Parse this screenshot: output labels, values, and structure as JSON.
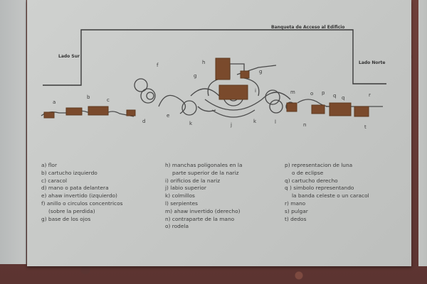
{
  "labels": {
    "top": "Banqueta de Acceso al Edificio",
    "left": "Lado Sur",
    "right": "Lado Norte"
  },
  "letters_top": [
    "a",
    "b",
    "c",
    "f",
    "h",
    "g",
    "g",
    "i",
    "m",
    "o",
    "p",
    "q",
    "q",
    "r"
  ],
  "letters_bottom": [
    "d",
    "e",
    "k",
    "j",
    "k",
    "l",
    "n",
    "t"
  ],
  "legend": {
    "col1": [
      "a) flor",
      "b) cartucho izquierdo",
      "c) caracol",
      "d) mano o pata delantera",
      "e) ahaw invertido (izquierdo)",
      "f) anillo o circulos concentricos",
      "(sobre la perdida)",
      "g) base de los ojos"
    ],
    "col2": [
      "h) manchas poligonales en la",
      "parte superior de la nariz",
      "i) orificios de la nariz",
      "j) labio superior",
      "k) colmillos",
      "l) serpientes",
      "m) ahaw invertido (derecho)",
      "n) contraparte de la mano",
      "o) rodela"
    ],
    "col3": [
      "p) representacion de luna",
      "o de eclipse",
      "q) cartucho derecho",
      "q ) simbolo representando",
      "la banda celeste o un caracol",
      "r) mano",
      "s) pulgar",
      "t) dedos"
    ]
  },
  "colors": {
    "ink": "#3a3a3a",
    "artifact": "#7a4a2c",
    "plaque": "#c9cbc9"
  }
}
